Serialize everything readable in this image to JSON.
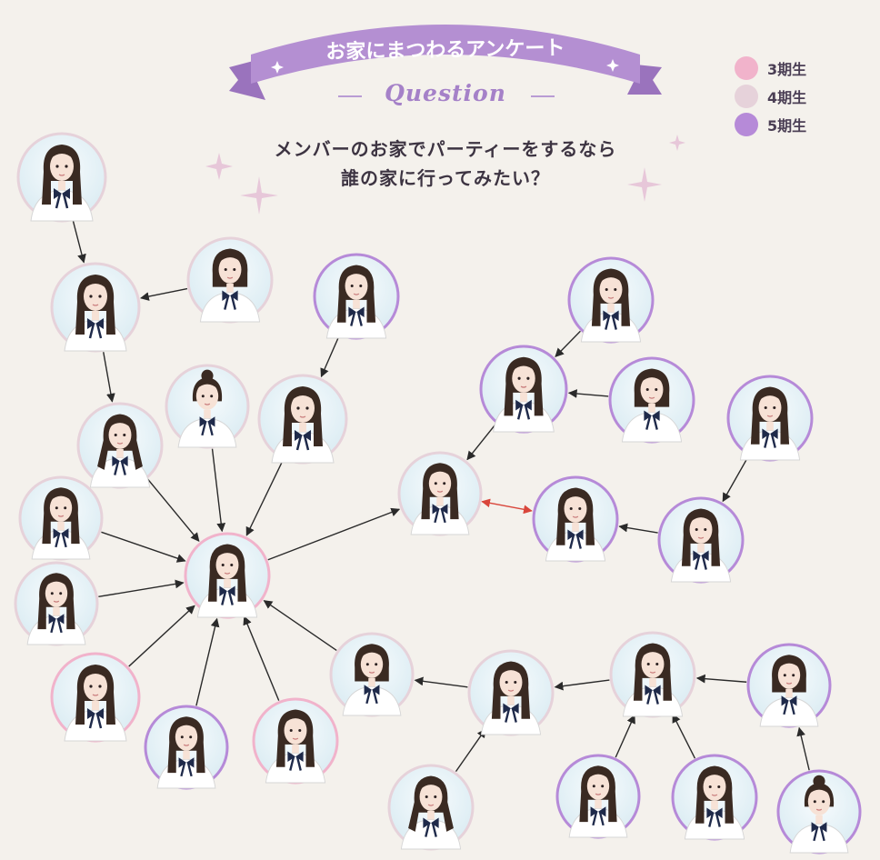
{
  "banner": {
    "title": "お家にまつわるアンケート"
  },
  "question": {
    "label": "Question",
    "line1": "メンバーのお家でパーティーをするなら",
    "line2": "誰の家に行ってみたい？"
  },
  "legend": [
    {
      "label": "3期生",
      "color": "#f1b3cb"
    },
    {
      "label": "4期生",
      "color": "#e6d2da"
    },
    {
      "label": "5期生",
      "color": "#b68ad8"
    }
  ],
  "colors": {
    "background": "#f4f1ec",
    "banner": "#b48fd2",
    "arrow": "#2a2a2a",
    "mutual_arrow": "#d9463b",
    "gen3_ring": "#f1b3cb",
    "gen4_ring": "#e6d2da",
    "gen5_ring": "#b68ad8"
  },
  "members": [
    {
      "id": "m1",
      "generation": "4",
      "hair": "long"
    },
    {
      "id": "m2",
      "generation": "4",
      "hair": "long"
    },
    {
      "id": "m3",
      "generation": "4",
      "hair": "bob"
    },
    {
      "id": "m4",
      "generation": "5",
      "hair": "long"
    },
    {
      "id": "m5",
      "generation": "5",
      "hair": "long"
    },
    {
      "id": "m6",
      "generation": "5",
      "hair": "long"
    },
    {
      "id": "m7",
      "generation": "5",
      "hair": "bob"
    },
    {
      "id": "m8",
      "generation": "5",
      "hair": "long"
    },
    {
      "id": "m9",
      "generation": "4",
      "hair": "tails"
    },
    {
      "id": "m10",
      "generation": "4",
      "hair": "bun"
    },
    {
      "id": "m11",
      "generation": "4",
      "hair": "long"
    },
    {
      "id": "m12",
      "generation": "4",
      "hair": "long"
    },
    {
      "id": "m13",
      "generation": "4",
      "hair": "long"
    },
    {
      "id": "m14",
      "generation": "4",
      "hair": "bob"
    },
    {
      "id": "m15",
      "generation": "4",
      "hair": "long"
    },
    {
      "id": "m16",
      "generation": "3",
      "hair": "long"
    },
    {
      "id": "m17",
      "generation": "5",
      "hair": "long"
    },
    {
      "id": "m18",
      "generation": "3",
      "hair": "long"
    },
    {
      "id": "m19",
      "generation": "5",
      "hair": "long"
    },
    {
      "id": "m20",
      "generation": "3",
      "hair": "long"
    },
    {
      "id": "m21",
      "generation": "5",
      "hair": "long"
    },
    {
      "id": "m22",
      "generation": "4",
      "hair": "long"
    },
    {
      "id": "m23",
      "generation": "4",
      "hair": "long"
    },
    {
      "id": "m24",
      "generation": "4",
      "hair": "long"
    },
    {
      "id": "m25",
      "generation": "5",
      "hair": "long"
    },
    {
      "id": "m26",
      "generation": "5",
      "hair": "bob"
    },
    {
      "id": "m27",
      "generation": "4",
      "hair": "tails"
    },
    {
      "id": "m28",
      "generation": "4",
      "hair": "long"
    },
    {
      "id": "m29",
      "generation": "5",
      "hair": "long"
    },
    {
      "id": "m30",
      "generation": "5",
      "hair": "bun"
    }
  ],
  "edges": [
    {
      "from": "m1",
      "to": "m2"
    },
    {
      "from": "m3",
      "to": "m2"
    },
    {
      "from": "m2",
      "to": "m9"
    },
    {
      "from": "m4",
      "to": "m11"
    },
    {
      "from": "m9",
      "to": "m16"
    },
    {
      "from": "m10",
      "to": "m16"
    },
    {
      "from": "m11",
      "to": "m16"
    },
    {
      "from": "m12",
      "to": "m16"
    },
    {
      "from": "m13",
      "to": "m16"
    },
    {
      "from": "m14",
      "to": "m16"
    },
    {
      "from": "m15",
      "to": "m16"
    },
    {
      "from": "m17",
      "to": "m16"
    },
    {
      "from": "m18",
      "to": "m16"
    },
    {
      "from": "m19",
      "to": "m16"
    },
    {
      "from": "m16",
      "to": "m20"
    },
    {
      "from": "m5",
      "to": "m6"
    },
    {
      "from": "m7",
      "to": "m6"
    },
    {
      "from": "m6",
      "to": "m20"
    },
    {
      "from": "m20",
      "to": "m21",
      "mutual": true
    },
    {
      "from": "m8",
      "to": "m22"
    },
    {
      "from": "m22",
      "to": "m21"
    },
    {
      "from": "m24",
      "to": "m23"
    },
    {
      "from": "m23",
      "to": "m19"
    },
    {
      "from": "m27",
      "to": "m24"
    },
    {
      "from": "m25",
      "to": "m24"
    },
    {
      "from": "m28",
      "to": "m25"
    },
    {
      "from": "m29",
      "to": "m25"
    },
    {
      "from": "m30",
      "to": "m26"
    },
    {
      "from": "m26",
      "to": "m25"
    }
  ]
}
